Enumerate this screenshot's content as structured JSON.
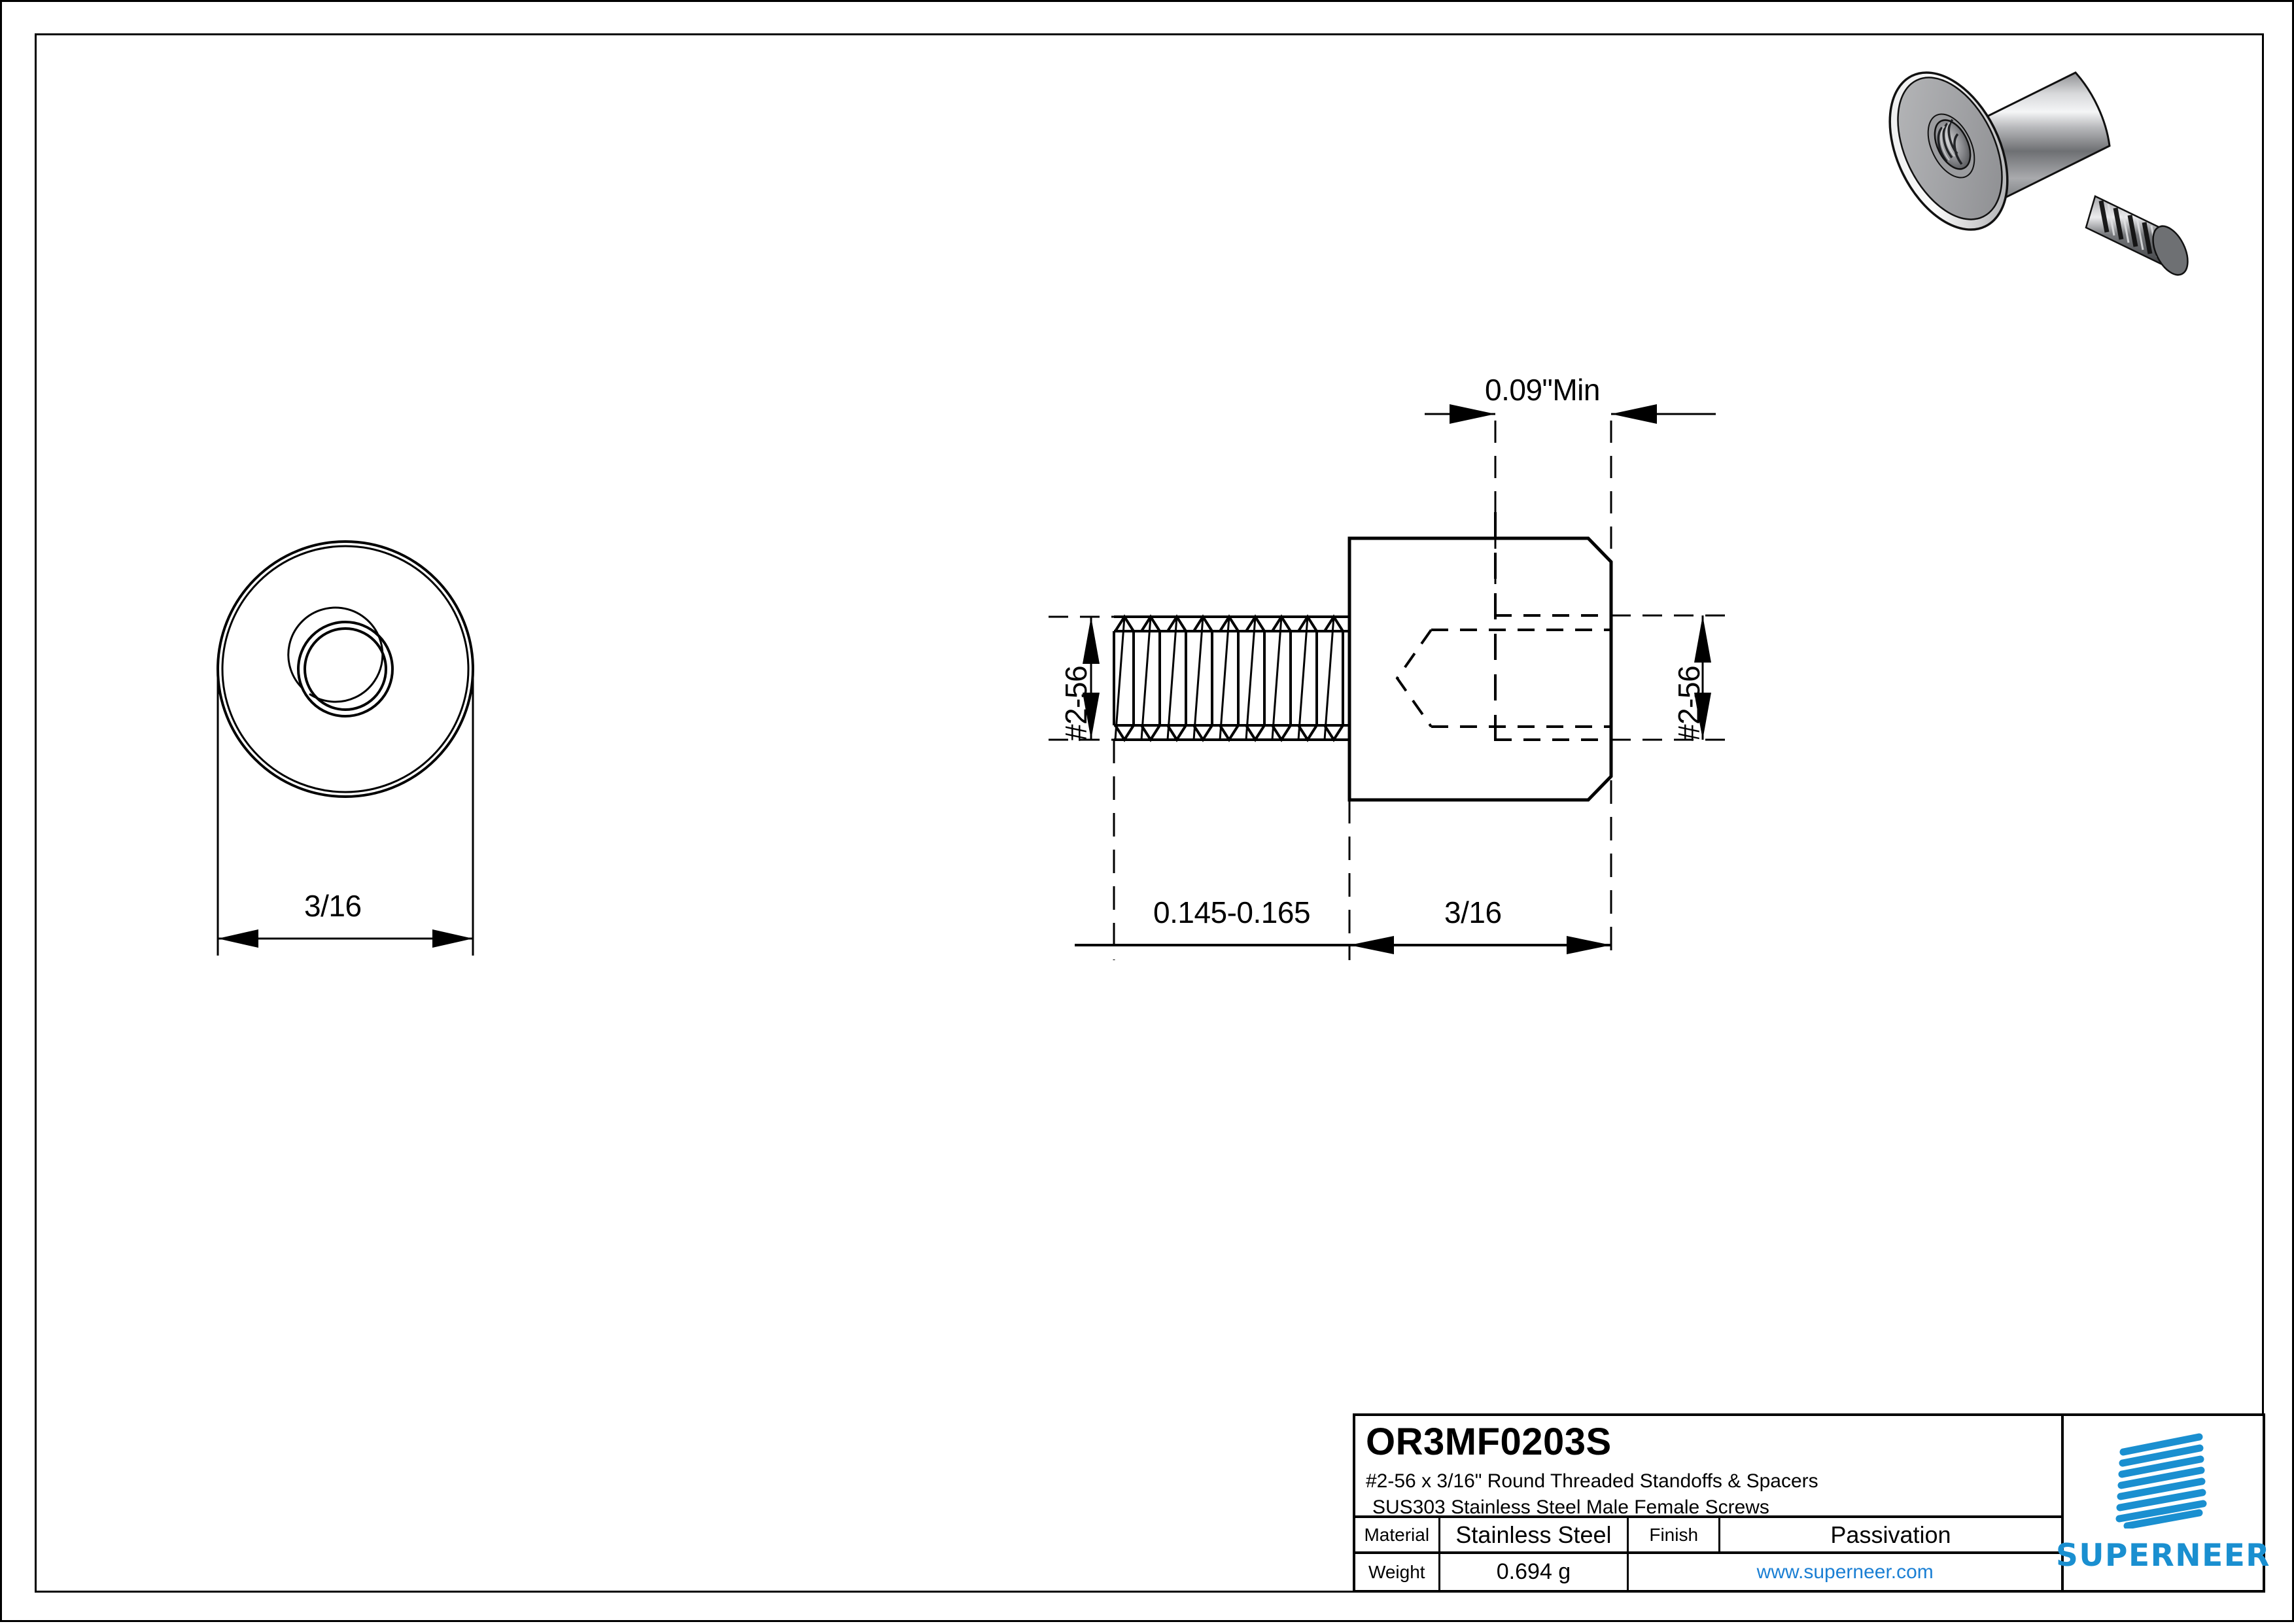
{
  "document": {
    "type": "engineering-drawing",
    "sheet_background": "#ffffff",
    "line_color": "#000000",
    "accent_color": "#1a8fd0"
  },
  "views": {
    "front": {
      "name": "front-circular-view",
      "dimension_label": "3/16"
    },
    "side": {
      "name": "side-section-view",
      "dimensions": {
        "top": "0.09\"Min",
        "left_vertical": "#2-56",
        "right_vertical": "#2-56",
        "bottom_left": "0.145-0.165",
        "bottom_right": "3/16"
      }
    },
    "isometric": {
      "name": "isometric-render",
      "description": "stainless steel round standoff"
    }
  },
  "title_block": {
    "part_number": "OR3MF0203S",
    "description_line_1": "#2-56 x 3/16\" Round Threaded Standoffs & Spacers",
    "description_line_2": "SUS303 Stainless Steel Male Female Screws",
    "material_label": "Material",
    "material_value": "Stainless Steel",
    "finish_label": "Finish",
    "finish_value": "Passivation",
    "weight_label": "Weight",
    "weight_value": "0.694 g",
    "url": "www.superneer.com",
    "brand": "SUPERNEER"
  }
}
